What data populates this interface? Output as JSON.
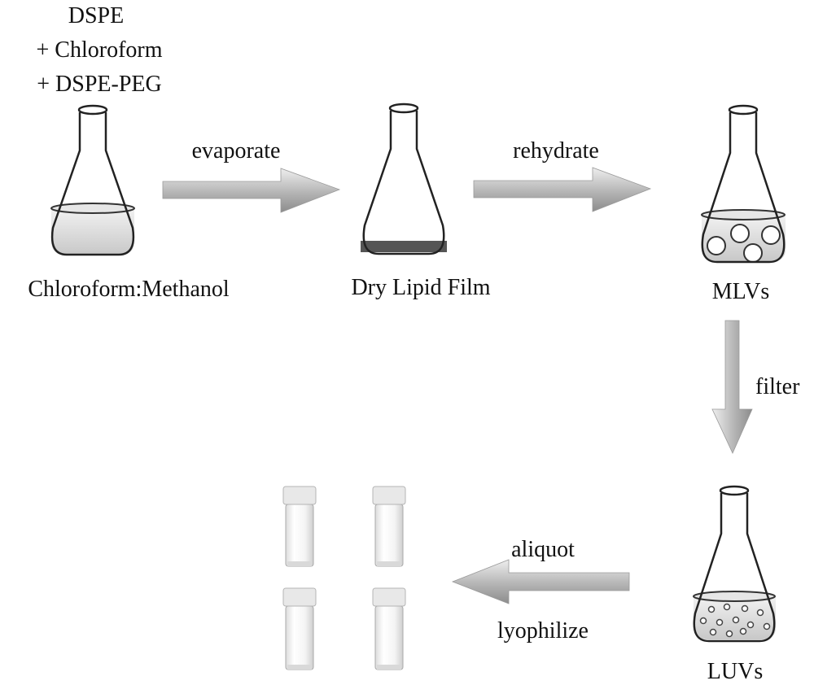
{
  "ingredients": [
    "DSPE",
    "+ Chloroform",
    "+ DSPE-PEG"
  ],
  "stages": {
    "solvent": "Chloroform:Methanol",
    "film": "Dry Lipid Film",
    "mlv": "MLVs",
    "luv": "LUVs"
  },
  "steps": {
    "evaporate": "evaporate",
    "rehydrate": "rehydrate",
    "filter": "filter",
    "aliquot": "aliquot",
    "lyophilize": "lyophilize"
  }
}
